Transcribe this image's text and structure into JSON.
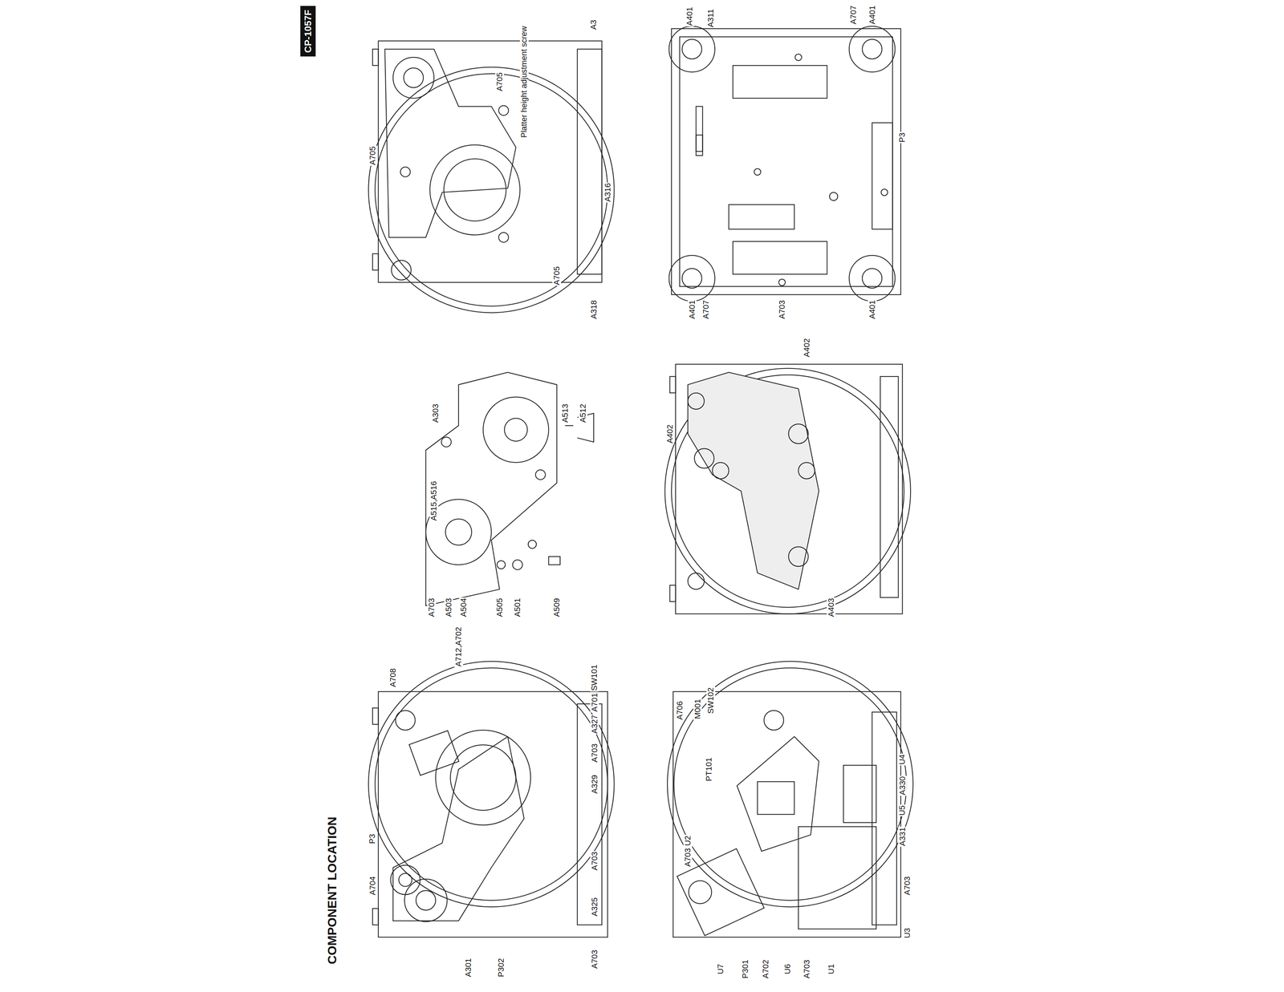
{
  "diagram": {
    "title": "COMPONENT LOCATION",
    "labels": [
      "CP-1057F",
      "P3",
      "A704",
      "A708",
      "A712,A702",
      "A301",
      "P302",
      "A703",
      "A325",
      "A703",
      "A329",
      "A703",
      "A327",
      "A701",
      "SW101",
      "A706",
      "M001",
      "SW102",
      "PT101",
      "A703 U2",
      "U7",
      "P301",
      "A702",
      "U6",
      "A703",
      "U1",
      "A331",
      "U5",
      "A330",
      "U4",
      "A703",
      "U3",
      "A303",
      "A513",
      "A512",
      "A515,A516",
      "A703",
      "A503",
      "A504",
      "A505",
      "A501",
      "A509",
      "A402",
      "A402",
      "A403",
      "A3",
      "A705",
      "A705",
      "Platter height adjustment screw",
      "A316",
      "A705",
      "A318",
      "A401",
      "A311",
      "A707",
      "A401",
      "P3",
      "A401",
      "A707",
      "A703",
      "A401"
    ]
  }
}
